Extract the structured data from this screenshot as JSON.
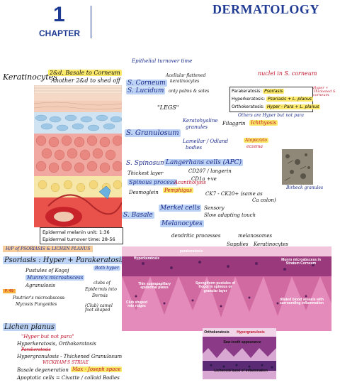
{
  "header": {
    "chapter_number": "1",
    "chapter_label": "CHAPTER",
    "title": "DERMATOLOGY"
  },
  "colors": {
    "brand": "#1f3a93",
    "ink": "#1a2a8a",
    "red": "#c0142a",
    "highlight_blue": "#bcd3f5",
    "highlight_yellow": "#fbe96b"
  },
  "epidermis": {
    "keratinocytes": "Keratinocytes",
    "basale_to_corneum": "2&d, Basale to Corneum",
    "another_shed": "Another 2&d to shed off",
    "turnover_note": "Epithelial turnover time",
    "corneum": "S. Corneum",
    "corneum_note1": "Acellular flattened",
    "corneum_note2": "keratinocytes",
    "lucidum": "S. Lucidum",
    "lucidum_note": "only palms & soles",
    "legs": "\"LEGS\"",
    "granulosum": "S. Granulosum",
    "keratohyaline": "Keratohyaline",
    "granules": "granules",
    "filaggrin": "Filaggrin",
    "ichthyosis": "Ichthyosis",
    "lamellar1": "Lamellar / Odland",
    "lamellar2": "bodies",
    "atopic1": "Atopic/ato",
    "atopic2": "eczema",
    "spinosum": "S. Spinosum",
    "langerhans": "Langerhans cells (APC)",
    "cd207": "CD207 / langerin",
    "cd1a": "CD1a +ve",
    "thickest": "Thickest layer",
    "spinous": "Spinous process",
    "acantholysis": "Acantholysis",
    "desmoglein": "Desmoglein",
    "pemphigus": "Pemphigus",
    "ck7": "CK7 - CK20+ (same as",
    "ck7b": "Ca colon)",
    "basale": "S. Basale",
    "merkel": "Merkel cells",
    "sensory": "Sensory",
    "slow_touch": "Slow adapting touch",
    "melanocytes": "Melanocytes",
    "dendritic": "dendritic processes",
    "melanosomes": "melanosomes",
    "supplies": "Supplies",
    "keratinocytes2": "Keratinocytes",
    "birbeck": "Birbeck granules",
    "melanin_unit": "Epidermal melanin unit: 1:36",
    "turnover_time": "Epidermal turnover time: 28-56"
  },
  "nuclei_box": {
    "title": "nuclei in S. corneum",
    "rows": [
      {
        "term": "Parakeratosis:",
        "value": "Psoriasis"
      },
      {
        "term": "Hyperkeratosis:",
        "value": "Psoriasis + L. planus"
      },
      {
        "term": "Orthokeratosis:",
        "value": "Hyper - Para + L. planus"
      }
    ],
    "side_note": "Hyper + Thickened S. corneum",
    "other_note": "Others are Hyper but not para"
  },
  "hp_tab": "H/P of PSORIASIS & LICHEN PLANUS",
  "psoriasis": {
    "title": "Psoriasis : Hyper + Parakeratosis",
    "kogoj": "Pustules of Kogoj",
    "munro": "Munro's microabscess",
    "agranulosis": "Agranulosis",
    "both_hyper": "Both hyper",
    "clubs": "clubs of",
    "epid": "Epidermis into",
    "dermis": "Dermis",
    "club_shaped": "(Club) camel foot shaped",
    "pm_tag": "P. 49",
    "pautrier": "Pautrier's microabscess:",
    "mycosis": "Mycosis Fungoides"
  },
  "psoriasis_image": {
    "labels": [
      "Hyperkeratosis",
      "parakeratosis",
      "Munro microabscess in Stratum Corneum",
      "Thin suprapapillary epidermal plates",
      "Club shaped rete ridges",
      "Spongiform pustules of Kogoj in spinous or granular layer",
      "dilated blood vessels with surrounding inflammation"
    ]
  },
  "lichen": {
    "title": "Lichen planus",
    "hyper_not_para": "\"Hyper but not para\"",
    "hyperkeratosis": "Hyperkeratosis, Orthokeratosis",
    "parakeratosis": "Parakeratosis",
    "hypergranulosis": "Hypergranulosis - Thickened Granulosum",
    "wickham": "WICKHAM'S STRIAE",
    "basale": "Basale degeneration",
    "max_joseph": "Max - Joseph space",
    "apoptotic": "Apoptotic cells = Civatte / colloid Bodies"
  },
  "lichen_image": {
    "labels": [
      "Orthokeratosis",
      "Hypergranulosis",
      "Saw-tooth appearance",
      "Lichenoid band of inflammation"
    ]
  }
}
